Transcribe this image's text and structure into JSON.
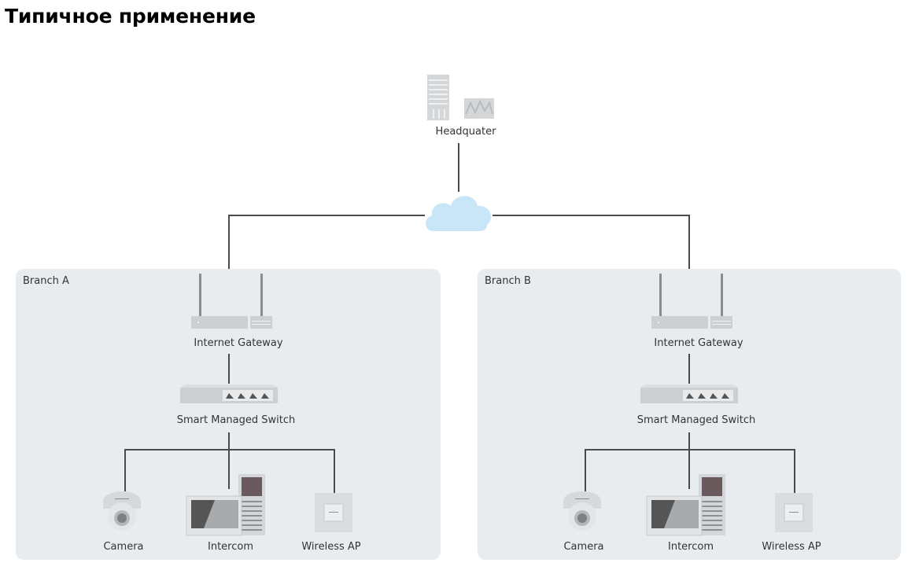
{
  "title": "Типичное применение",
  "headquarter": {
    "label": "Headquater",
    "icon": "building-icon"
  },
  "cloud": {
    "icon": "cloud-icon",
    "color": "#c9e5f8"
  },
  "branches": [
    {
      "name": "Branch A",
      "gateway": {
        "label": "Internet Gateway",
        "icon": "router-icon"
      },
      "switch": {
        "label": "Smart Managed Switch",
        "icon": "switch-icon"
      },
      "devices": [
        {
          "label": "Camera",
          "icon": "dome-camera-icon"
        },
        {
          "label": "Intercom",
          "icon": "intercom-icon"
        },
        {
          "label": "Wireless AP",
          "icon": "wireless-ap-icon"
        }
      ]
    },
    {
      "name": "Branch B",
      "gateway": {
        "label": "Internet Gateway",
        "icon": "router-icon"
      },
      "switch": {
        "label": "Smart Managed Switch",
        "icon": "switch-icon"
      },
      "devices": [
        {
          "label": "Camera",
          "icon": "dome-camera-icon"
        },
        {
          "label": "Intercom",
          "icon": "intercom-icon"
        },
        {
          "label": "Wireless AP",
          "icon": "wireless-ap-icon"
        }
      ]
    }
  ],
  "colors": {
    "branch_bg": "#e9ecef",
    "line": "#4a4a4a",
    "device_gray": "#cfd2d5"
  }
}
